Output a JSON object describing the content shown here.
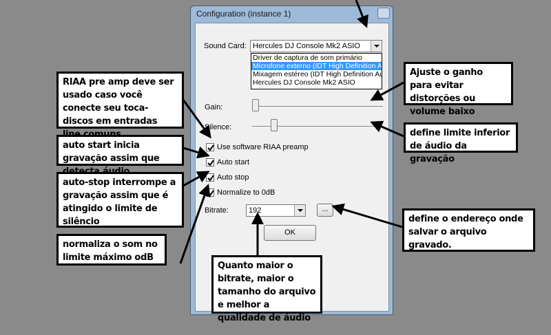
{
  "dialog": {
    "title": "Configuration (instance 1)",
    "sound_card_label": "Sound Card:",
    "sound_card_value": "Hercules DJ Console Mk2 ASIO",
    "sound_card_options": [
      "Driver de captura de som primário",
      "Microfone externo (IDT High Definition A",
      "Mixagem estéreo (IDT High Definition Au",
      "Hercules DJ Console Mk2 ASIO"
    ],
    "highlighted_option_index": 1,
    "gain_label": "Gain:",
    "silence_label": "Silence:",
    "riaa_label": "Use software RIAA preamp",
    "auto_start_label": "Auto start",
    "auto_stop_label": "Auto stop",
    "normalize_label": "Normalize to 0dB",
    "bitrate_label": "Bitrate:",
    "bitrate_value": "192",
    "browse_label": "...",
    "ok_label": "OK",
    "checkbox_states": {
      "riaa": true,
      "auto_start": true,
      "auto_stop": true,
      "normalize": true
    },
    "gain_level": 0,
    "silence_level": 0.15
  },
  "callouts": {
    "riaa": "RIAA pre amp deve ser usado caso você conecte seu toca-discos em entradas line comuns",
    "auto_start": "auto start inicia gravação assim que detecta áudio.",
    "auto_stop": "auto-stop interrompe a gravação assim que é atingido o limite de silêncio",
    "normalize": "normaliza o som no limite máximo odB",
    "gain": "Ajuste o ganho para evitar distorções ou volume baixo",
    "silence": "define limite inferior de áudio da gravação",
    "browse": "define o endereço onde salvar o arquivo gravado.",
    "bitrate": "Quanto maior o bitrate, maior o tamanho do arquivo e melhor a qualidade de áudio"
  },
  "colors": {
    "background": "#8a8a8a",
    "titlebar": "#9dbad8",
    "selection": "#3399ff",
    "callout_border": "#000000"
  }
}
